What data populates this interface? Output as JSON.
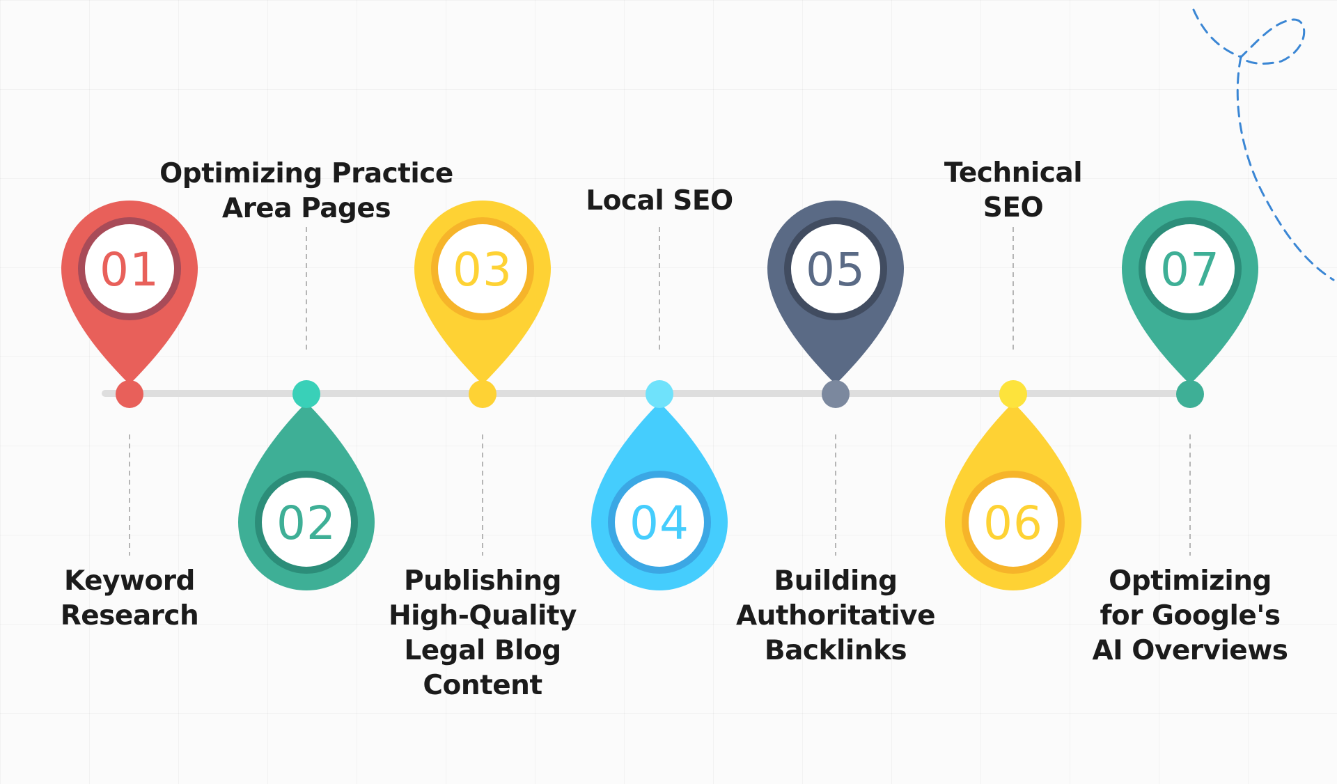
{
  "steps": [
    {
      "number": "01",
      "label": "Keyword\nResearch",
      "color": "#e8605a",
      "ring": "#a84b58"
    },
    {
      "number": "02",
      "label": "Optimizing Practice\nArea Pages",
      "color": "#3eaf96",
      "ring": "#2c8d79"
    },
    {
      "number": "03",
      "label": "Publishing\nHigh-Quality\nLegal Blog\nContent",
      "color": "#fed234",
      "ring": "#f6b42a"
    },
    {
      "number": "04",
      "label": "Local SEO",
      "color": "#45cdfd",
      "ring": "#3ba7e4"
    },
    {
      "number": "05",
      "label": "Building\nAuthoritative\nBacklinks",
      "color": "#5a6a85",
      "ring": "#414c60"
    },
    {
      "number": "06",
      "label": "Technical\nSEO",
      "color": "#fed234",
      "ring": "#f6b42a"
    },
    {
      "number": "07",
      "label": "Optimizing\nfor Google's\nAI Overviews",
      "color": "#3eaf96",
      "ring": "#2c8d79"
    }
  ],
  "colors": {
    "dot_02": "#39d0b8",
    "dot_04": "#6fe2fb",
    "dot_05": "#7b889e",
    "dot_06": "#fde33c",
    "line": "#dedede",
    "connector": "#b5b5b5",
    "decor": "#3a86d4"
  }
}
